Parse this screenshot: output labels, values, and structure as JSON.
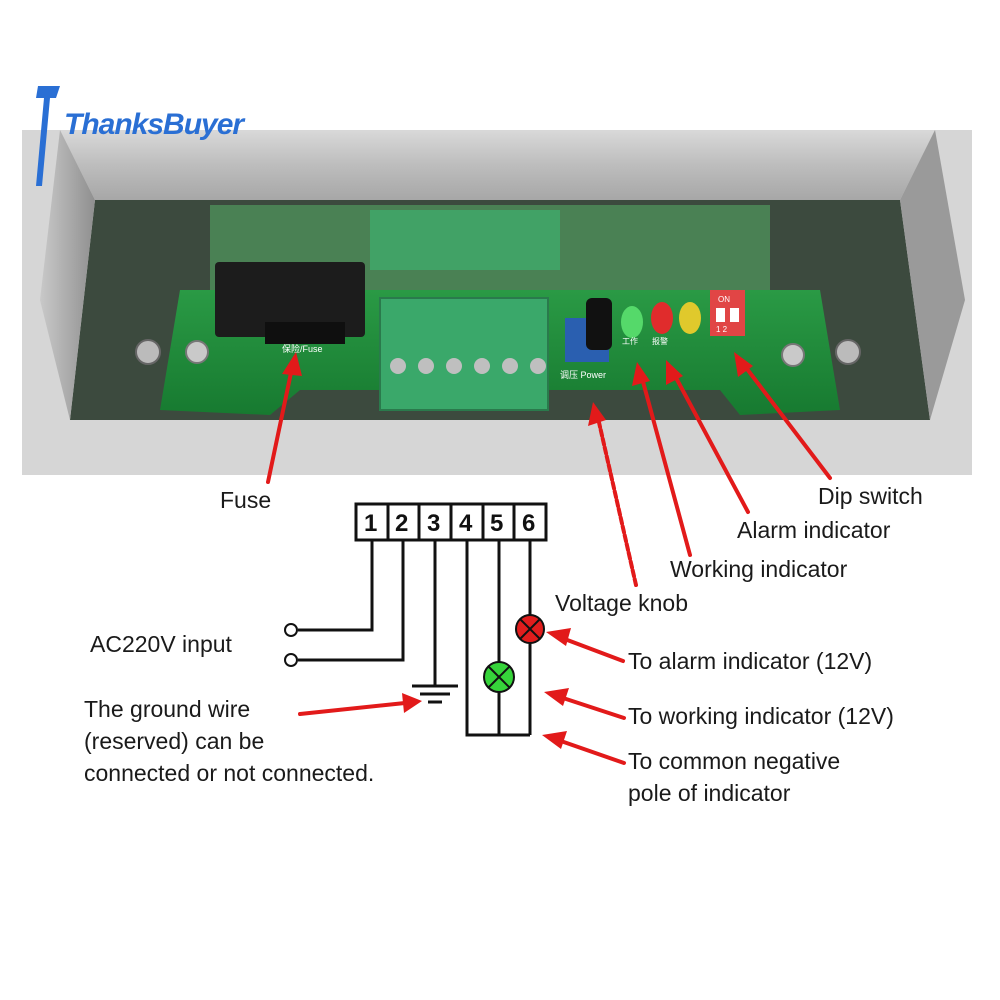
{
  "brand": {
    "logo_text": "ThanksBuyer"
  },
  "board": {
    "fuse_silk": "保险/Fuse",
    "knob_silk": "调压 Power",
    "work_silk": "工作",
    "alarm_silk": "报警",
    "dip_on": "ON",
    "dip_nums": "1  2"
  },
  "labels": {
    "fuse": "Fuse",
    "dip_switch": "Dip switch",
    "alarm_indicator": "Alarm indicator",
    "working_indicator": "Working indicator",
    "voltage_knob": "Voltage knob",
    "ac_input": "AC220V input",
    "ground_line1": "The ground wire",
    "ground_line2": "(reserved) can be",
    "ground_line3": "connected or not connected.",
    "to_alarm": "To alarm indicator (12V)",
    "to_working": "To working indicator (12V)",
    "to_common_line1": "To common negative",
    "to_common_line2": "pole of indicator"
  },
  "terminals": [
    "1",
    "2",
    "3",
    "4",
    "5",
    "6"
  ],
  "colors": {
    "arrow": "#e21a1a",
    "wire": "#111111",
    "alarm_lamp": "#e11d1d",
    "work_lamp": "#36d43a",
    "pcb": "#1f8a3a",
    "terminal_block": "#3aa86a"
  }
}
